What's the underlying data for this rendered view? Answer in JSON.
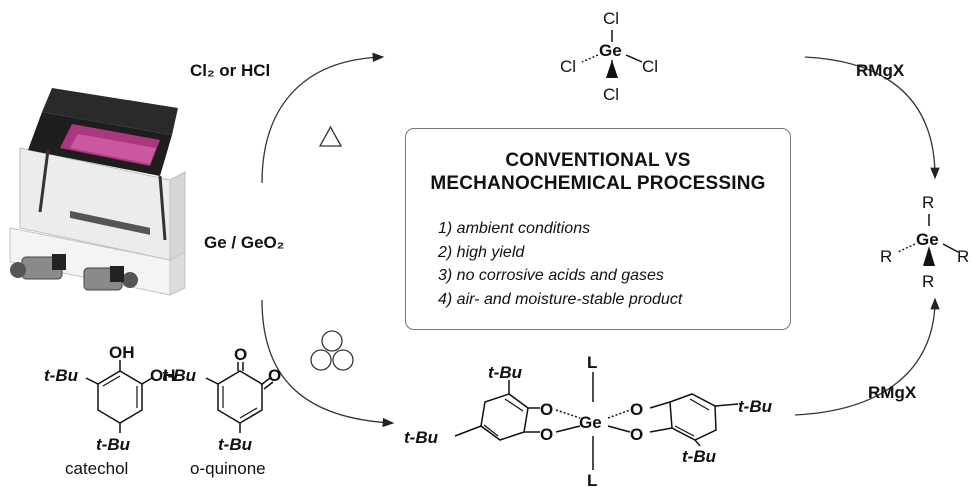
{
  "reagents": {
    "chlorination": "Cl₂ or HCl",
    "grignard_top": "RMgX",
    "grignard_bottom": "RMgX",
    "start_material": "Ge / GeO₂"
  },
  "box": {
    "title_line1": "CONVENTIONAL VS",
    "title_line2": "MECHANOCHEMICAL PROCESSING",
    "items": [
      "1) ambient conditions",
      "2) high yield",
      "3) no corrosive acids and gases",
      "4) air- and moisture-stable product"
    ]
  },
  "gecl4": {
    "center": "Ge",
    "ligand": "Cl"
  },
  "ger4": {
    "center": "Ge",
    "ligand": "R"
  },
  "complex": {
    "center": "Ge",
    "oxygen": "O",
    "axial": "L",
    "tbu": "t-Bu"
  },
  "catechol": {
    "oh": "OH",
    "tbu": "t-Bu",
    "name": "catechol"
  },
  "quinone": {
    "oxygen": "O",
    "tbu": "t-Bu",
    "name": "o-quinone"
  }
}
